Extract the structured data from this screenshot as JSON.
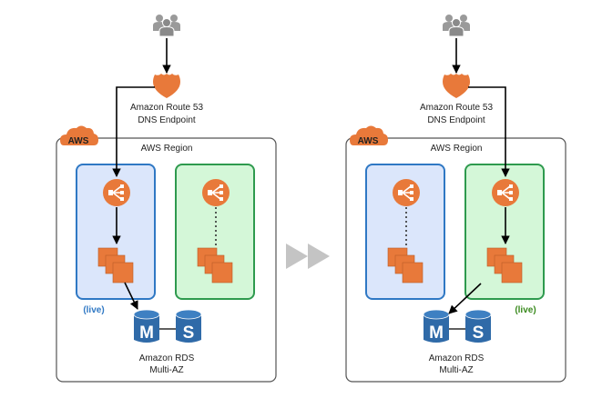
{
  "panels": [
    {
      "users_icon": "users-icon",
      "route53": {
        "icon": "route53-shield-icon",
        "line1": "Amazon Route 53",
        "line2": "DNS Endpoint"
      },
      "region": {
        "badge": "AWS",
        "title": "AWS Region"
      },
      "environments": [
        {
          "name": "blue",
          "color": "#2f78c4",
          "fill": "#dbe6fb",
          "state": "live"
        },
        {
          "name": "green",
          "color": "#2e9a4e",
          "fill": "#d4f7d8",
          "state": "idle"
        }
      ],
      "live_label": "(live)",
      "live_color": "#2f78c4",
      "database": {
        "master": "M",
        "standby": "S",
        "line1": "Amazon RDS",
        "line2": "Multi-AZ"
      }
    },
    {
      "users_icon": "users-icon",
      "route53": {
        "icon": "route53-shield-icon",
        "line1": "Amazon Route 53",
        "line2": "DNS Endpoint"
      },
      "region": {
        "badge": "AWS",
        "title": "AWS Region"
      },
      "environments": [
        {
          "name": "blue",
          "color": "#2f78c4",
          "fill": "#dbe6fb",
          "state": "idle"
        },
        {
          "name": "green",
          "color": "#2e9a4e",
          "fill": "#d4f7d8",
          "state": "live"
        }
      ],
      "live_label": "(live)",
      "live_color": "#3a8a1e",
      "database": {
        "master": "M",
        "standby": "S",
        "line1": "Amazon RDS",
        "line2": "Multi-AZ"
      }
    }
  ],
  "transition_icon": "fast-forward-icon",
  "colors": {
    "aws_orange": "#e8793a",
    "db_blue": "#2f6aa8",
    "gray_icon": "#9a9a9a",
    "transition": "#c4c4c4"
  }
}
